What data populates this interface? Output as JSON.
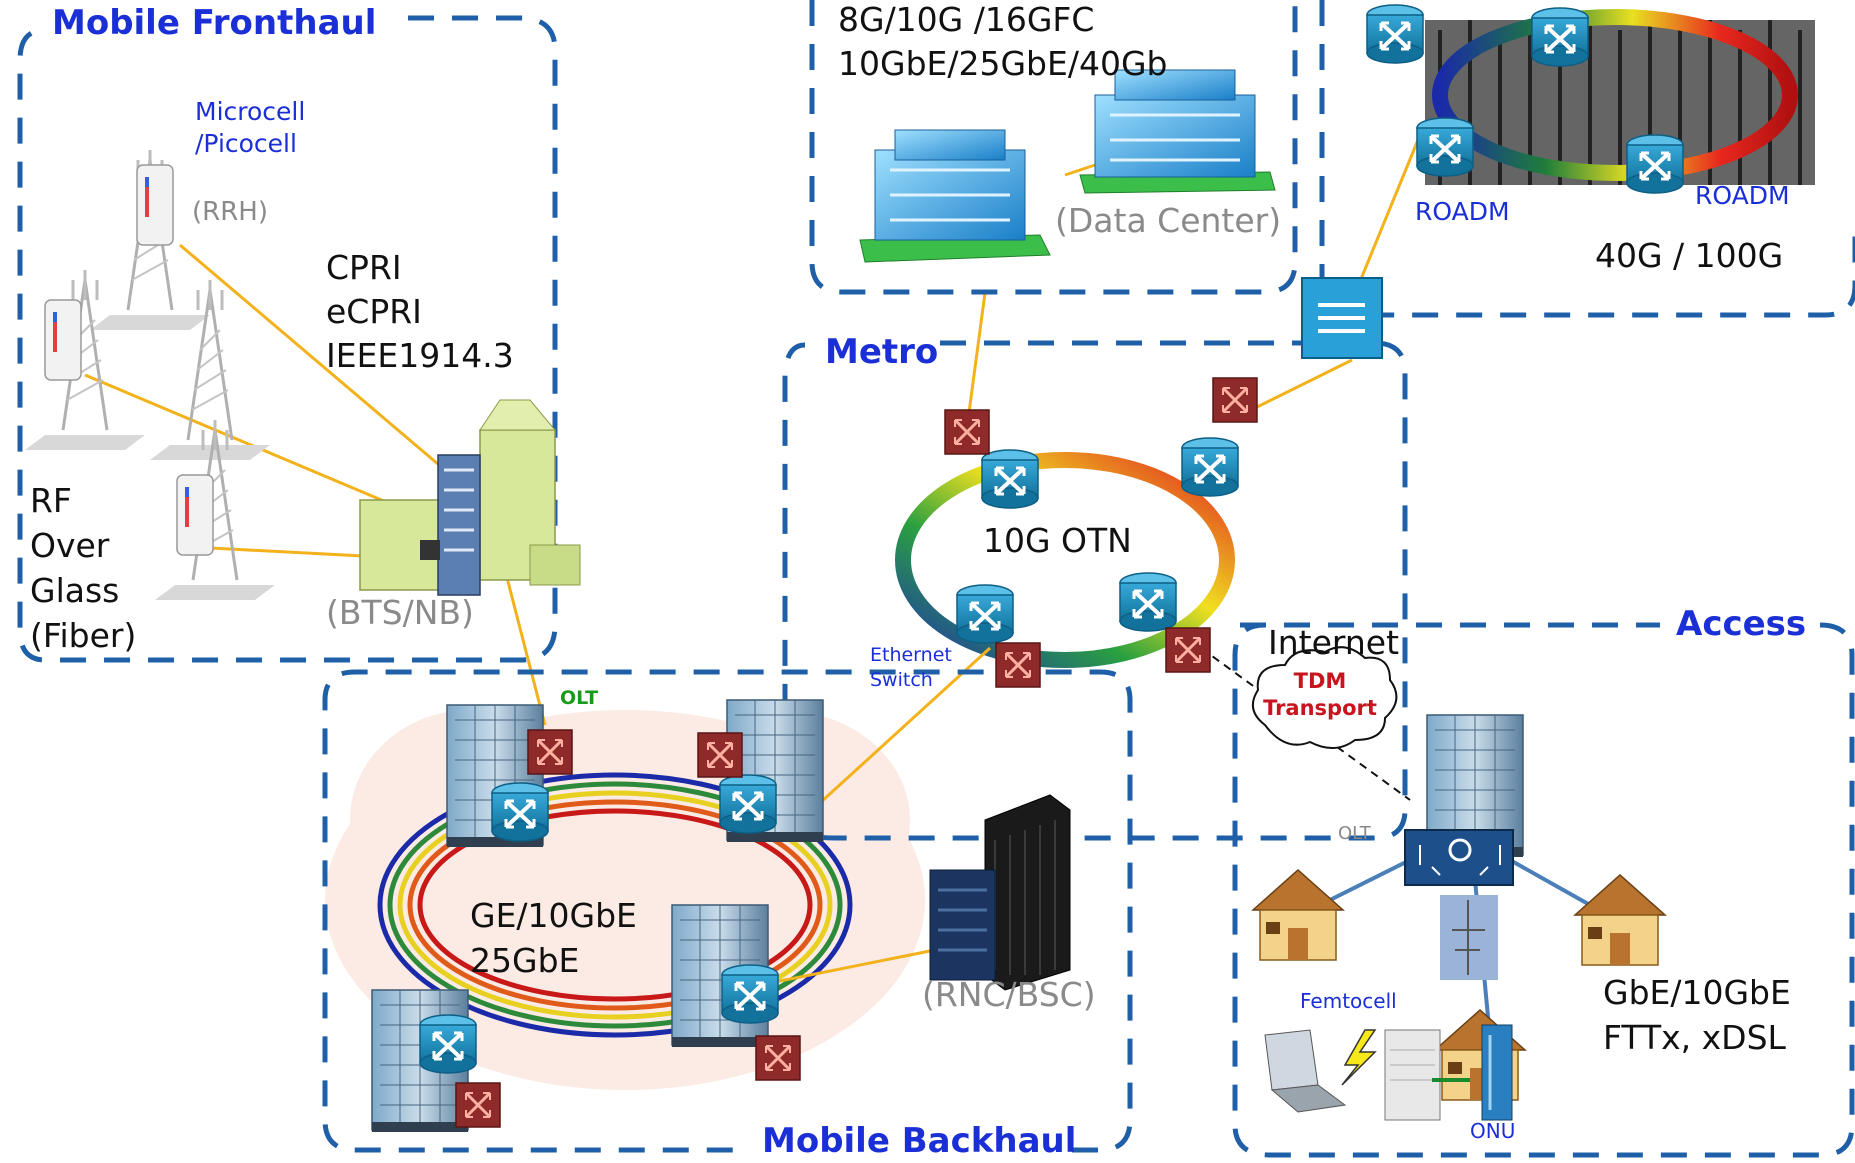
{
  "regions": {
    "fronthaul": "Mobile Fronthaul",
    "metro": "Metro",
    "access": "Access",
    "backhaul": "Mobile Backhaul"
  },
  "fronthaul": {
    "microcell": "Microcell",
    "picocell": "/Picocell",
    "rrh": "(RRH)",
    "cpri": "CPRI",
    "ecpri": "eCPRI",
    "ieee": "IEEE1914.3",
    "rf": "RF",
    "over": "Over",
    "glass": "Glass",
    "fiber": "(Fiber)",
    "bts": "(BTS/NB)"
  },
  "datacenter": {
    "line1": "8G/10G /16GFC",
    "line2": "10GbE/25GbE/40Gb",
    "label": "(Data Center)"
  },
  "core": {
    "roadm_left": "ROADM",
    "roadm_right": "ROADM",
    "speed": "40G / 100G"
  },
  "metro": {
    "otn": "10G OTN",
    "ethernet": "Ethernet",
    "switch": "Switch"
  },
  "access": {
    "internet": "Internet",
    "tdm1": "TDM",
    "tdm2": "Transport",
    "olt": "OLT",
    "femtocell": "Femtocell",
    "speed1": "GbE/10GbE",
    "speed2": "FTTx, xDSL",
    "onu": "ONU"
  },
  "backhaul": {
    "olt": "OLT",
    "speed1": "GE/10GbE",
    "speed2": "25GbE",
    "rnc": "(RNC/BSC)"
  },
  "colors": {
    "region_border": "#1f5fa8",
    "link": "#f3b21b",
    "heading": "#1a2fd6",
    "router": "#1c8bbb",
    "switch_red": "#8e2a2a"
  }
}
